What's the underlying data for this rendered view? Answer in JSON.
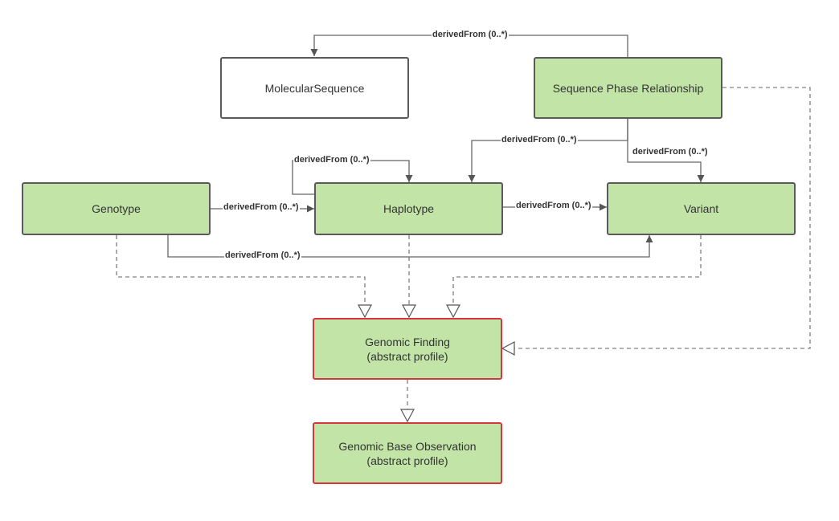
{
  "nodes": {
    "molecular_sequence": {
      "title": "MolecularSequence"
    },
    "sequence_phase_relationship": {
      "title": "Sequence Phase Relationship"
    },
    "genotype": {
      "title": "Genotype"
    },
    "haplotype": {
      "title": "Haplotype"
    },
    "variant": {
      "title": "Variant"
    },
    "genomic_finding": {
      "title": "Genomic Finding",
      "subtitle": "(abstract profile)"
    },
    "genomic_base_observation": {
      "title": "Genomic Base Observation",
      "subtitle": "(abstract profile)"
    }
  },
  "edges": {
    "spr_to_molseq": "derivedFrom (0..*)",
    "spr_to_haplotype": "derivedFrom (0..*)",
    "spr_to_variant": "derivedFrom (0..*)",
    "haplotype_self": "derivedFrom (0..*)",
    "genotype_to_haplotype": "derivedFrom (0..*)",
    "haplotype_to_variant": "derivedFrom (0..*)",
    "genotype_to_variant": "derivedFrom (0..*)"
  },
  "colors": {
    "profile_fill": "#c2e5a7",
    "box_border": "#5a5a5a",
    "abstract_border": "#d4363c",
    "connector": "#666666"
  }
}
